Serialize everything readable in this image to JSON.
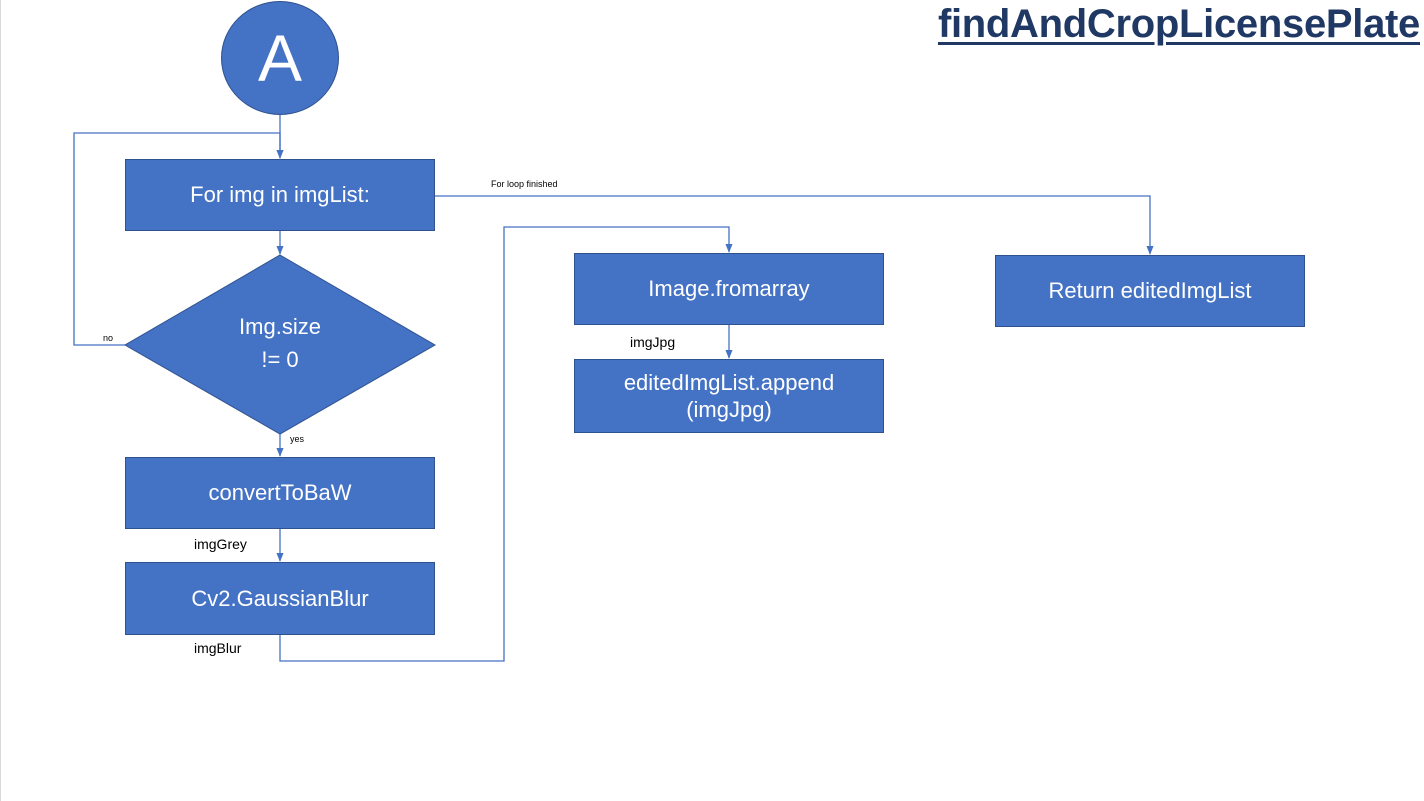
{
  "title": "findAndCropLicensePlate",
  "start": {
    "label": "A"
  },
  "nodes": {
    "for_loop": "For img in imgList:",
    "condition_line1": "Img.size",
    "condition_line2": "!= 0",
    "convert": "convertToBaW",
    "blur": "Cv2.GaussianBlur",
    "fromarray": "Image.fromarray",
    "append_line1": "editedImgList.append",
    "append_line2": "(imgJpg)",
    "return": "Return editedImgList"
  },
  "edge_labels": {
    "loop_finished": "For loop finished",
    "no": "no",
    "yes": "yes",
    "img_grey": "imgGrey",
    "img_blur": "imgBlur",
    "img_jpg": "imgJpg"
  },
  "colors": {
    "node_fill": "#4472c4",
    "node_border": "#2f528f",
    "connector": "#4472c4",
    "title": "#1f3864"
  }
}
